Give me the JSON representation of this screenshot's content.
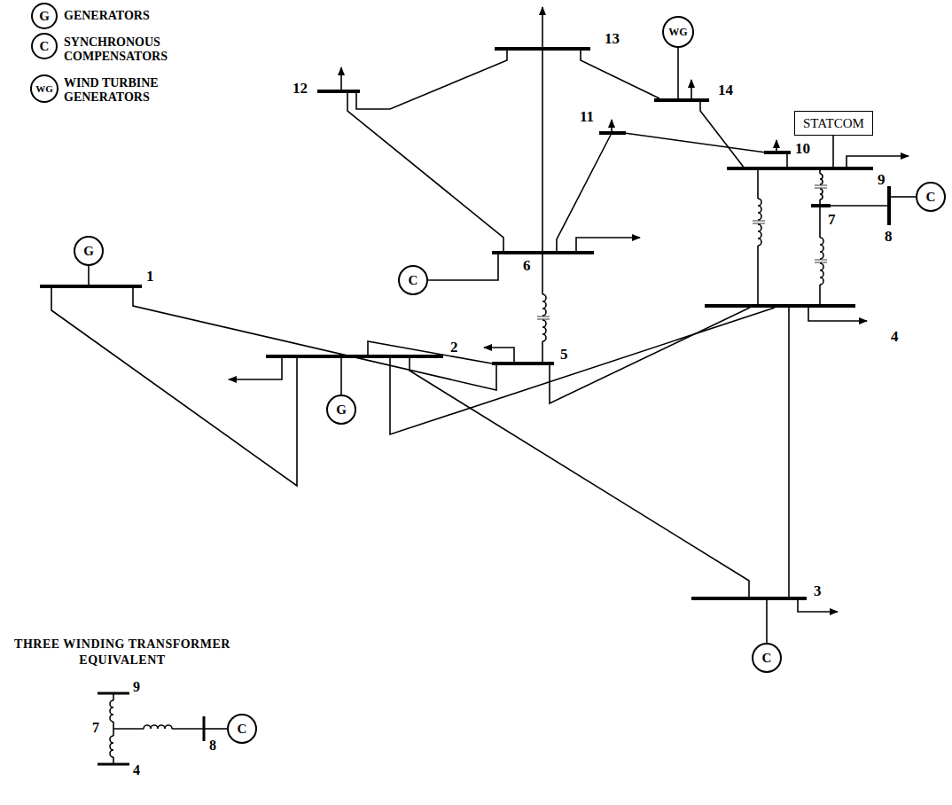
{
  "diagram": {
    "nodes": [
      {
        "text": [
          "G"
        ]
      },
      {
        "text": [
          "C"
        ]
      },
      {
        "text": [
          "WG"
        ]
      },
      {
        "text": [
          "WG"
        ]
      },
      {
        "text": [
          "13"
        ]
      },
      {
        "text": [
          "12"
        ]
      },
      {
        "text": [
          "14"
        ]
      },
      {
        "text": [
          "11"
        ]
      },
      {
        "text": [
          "10"
        ]
      },
      {
        "text": [
          "STATCOM"
        ]
      },
      {
        "text": [
          "9"
        ]
      },
      {
        "text": [
          "C"
        ]
      },
      {
        "text": [
          "8"
        ]
      },
      {
        "text": [
          "7"
        ]
      },
      {
        "text": [
          "G"
        ]
      },
      {
        "text": [
          "1"
        ]
      },
      {
        "text": [
          "6"
        ]
      },
      {
        "text": [
          "C"
        ]
      },
      {
        "text": [
          "4"
        ]
      },
      {
        "text": [
          "5"
        ]
      },
      {
        "text": [
          "2"
        ]
      },
      {
        "text": [
          "G"
        ]
      },
      {
        "text": [
          "3"
        ]
      },
      {
        "text": [
          "C"
        ]
      },
      {
        "text": [
          "C"
        ]
      }
    ],
    "edges": [
      {
        "from": 14,
        "to": 15,
        "arrow": "none"
      },
      {
        "from": 21,
        "to": 20,
        "arrow": "none"
      },
      {
        "from": 23,
        "to": 22,
        "arrow": "none"
      },
      {
        "from": 17,
        "to": 16,
        "arrow": "none"
      },
      {
        "from": 11,
        "to": 12,
        "arrow": "none"
      },
      {
        "from": 3,
        "to": 6,
        "arrow": "none"
      },
      {
        "from": 9,
        "to": 10,
        "arrow": "none"
      },
      {
        "from": 15,
        "to": 19,
        "arrow": "none"
      },
      {
        "from": 15,
        "to": 20,
        "arrow": "none"
      },
      {
        "from": 20,
        "to": 19,
        "arrow": "none"
      },
      {
        "from": 20,
        "to": 18,
        "arrow": "none"
      },
      {
        "from": 20,
        "to": 22,
        "arrow": "none"
      },
      {
        "from": 22,
        "to": 18,
        "arrow": "none"
      },
      {
        "from": 19,
        "to": 18,
        "arrow": "none"
      },
      {
        "from": 19,
        "to": 16,
        "arrow": "none"
      },
      {
        "from": 16,
        "to": 5,
        "arrow": "none"
      },
      {
        "from": 16,
        "to": 7,
        "arrow": "none"
      },
      {
        "from": 16,
        "to": 4,
        "arrow": "none"
      },
      {
        "from": 5,
        "to": 4,
        "arrow": "none"
      },
      {
        "from": 4,
        "to": 6,
        "arrow": "none"
      },
      {
        "from": 6,
        "to": 10,
        "arrow": "none"
      },
      {
        "from": 7,
        "to": 8,
        "arrow": "none"
      },
      {
        "from": 8,
        "to": 10,
        "arrow": "none"
      },
      {
        "from": 10,
        "to": 13,
        "arrow": "none"
      },
      {
        "from": 18,
        "to": 10,
        "arrow": "none"
      },
      {
        "from": 18,
        "to": 13,
        "arrow": "none"
      },
      {
        "from": 13,
        "to": 12,
        "arrow": "none"
      }
    ],
    "labels": [
      "THREE WINDING TRANSFORMER EQUIVALENT",
      "9",
      "7",
      "4",
      "8"
    ],
    "legend": [
      {
        "text": "GENERATORS"
      },
      {
        "text": "SYNCHRONOUS COMPENSATORS"
      },
      {
        "text": "WIND TURBINE GENERATORS"
      }
    ]
  }
}
